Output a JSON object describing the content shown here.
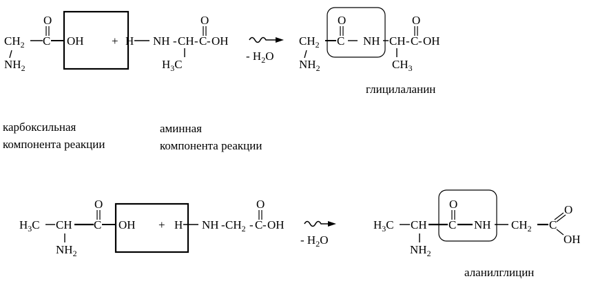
{
  "diagram": {
    "reaction1": {
      "reactant1": {
        "ch2": "CH",
        "ch2_sub": "2",
        "c": "C",
        "o": "O",
        "oh": "OH",
        "nh2": "NH",
        "nh2_sub": "2"
      },
      "plus": "+",
      "reactant2": {
        "h": "H",
        "nh": "NH",
        "ch": "CH",
        "c": "C",
        "o": "O",
        "oh": "OH",
        "h3c": "H",
        "h3c_sub": "3",
        "h3c_c": "C"
      },
      "condition": "- H",
      "condition_sub": "2",
      "condition_o": "O",
      "product": {
        "ch2": "CH",
        "ch2_sub": "2",
        "c": "C",
        "o": "O",
        "nh": "NH",
        "ch": "CH",
        "c2": "C",
        "o2": "O",
        "oh": "OH",
        "nh2": "NH",
        "nh2_sub": "2",
        "ch3": "CH",
        "ch3_sub": "3"
      },
      "product_name": "глицилаланин"
    },
    "labels": {
      "carboxyl_line1": "карбоксильная",
      "carboxyl_line2": "компонента реакции",
      "amine_line1": "аминная",
      "amine_line2": "компонента реакции"
    },
    "reaction2": {
      "reactant1": {
        "h3c": "H",
        "h3c_sub": "3",
        "h3c_c": "C",
        "ch": "CH",
        "c": "C",
        "o": "O",
        "oh": "OH",
        "nh2": "NH",
        "nh2_sub": "2"
      },
      "plus": "+",
      "reactant2": {
        "h": "H",
        "nh": "NH",
        "ch2": "CH",
        "ch2_sub": "2",
        "c": "C",
        "o": "O",
        "oh": "OH"
      },
      "condition": "- H",
      "condition_sub": "2",
      "condition_o": "O",
      "product": {
        "h3c": "H",
        "h3c_sub": "3",
        "h3c_c": "C",
        "ch": "CH",
        "c": "C",
        "o": "O",
        "nh": "NH",
        "ch2": "CH",
        "ch2_sub": "2",
        "c2": "C",
        "o2": "O",
        "oh": "OH",
        "nh2": "NH",
        "nh2_sub": "2"
      },
      "product_name": "аланилглицин"
    }
  }
}
